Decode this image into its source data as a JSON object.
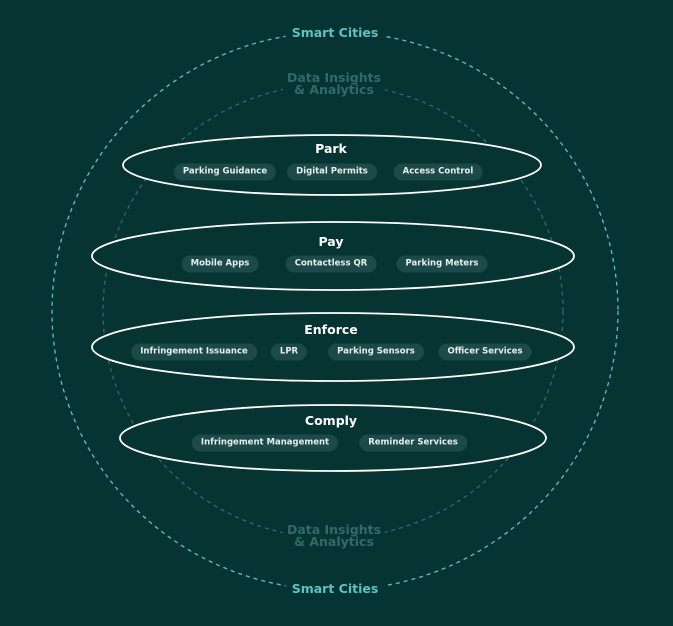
{
  "outer_ring_label": "Smart Cities",
  "inner_ring_label_line1": "Data Insights",
  "inner_ring_label_line2": "& Analytics",
  "colors": {
    "background": "#063433",
    "outer_ring": "#5ec2c2",
    "inner_ring": "#2f6b6a",
    "layer_outline": "#ffffff",
    "pill_background": "#1b4a49"
  },
  "layers": [
    {
      "title": "Park",
      "items": [
        "Parking Guidance",
        "Digital Permits",
        "Access Control"
      ]
    },
    {
      "title": "Pay",
      "items": [
        "Mobile Apps",
        "Contactless QR",
        "Parking Meters"
      ]
    },
    {
      "title": "Enforce",
      "items": [
        "Infringement Issuance",
        "LPR",
        "Parking Sensors",
        "Officer Services"
      ]
    },
    {
      "title": "Comply",
      "items": [
        "Infringement Management",
        "Reminder Services"
      ]
    }
  ]
}
